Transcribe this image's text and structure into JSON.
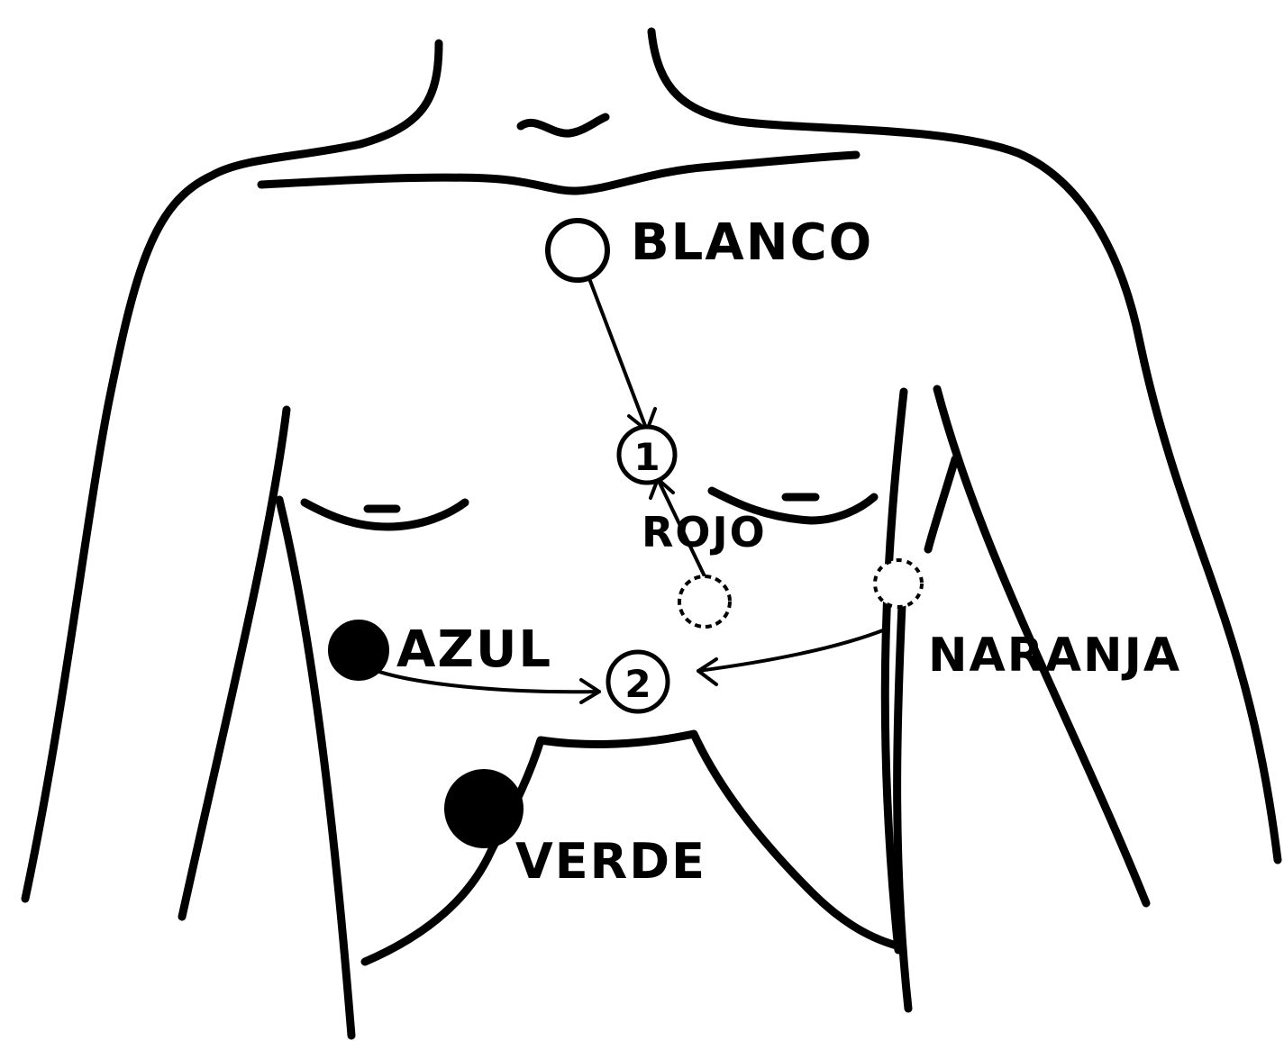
{
  "electrodes": {
    "blanco": {
      "label": "BLANCO",
      "fill": "#ffffff"
    },
    "rojo": {
      "label": "ROJO",
      "fill": "#ffffff"
    },
    "azul": {
      "label": "AZUL",
      "fill": "#000000"
    },
    "naranja": {
      "label": "NARANJA",
      "fill": "#ffffff"
    },
    "verde": {
      "label": "VERDE",
      "fill": "#000000"
    }
  },
  "connection_points": {
    "point_1": "1",
    "point_2": "2"
  }
}
